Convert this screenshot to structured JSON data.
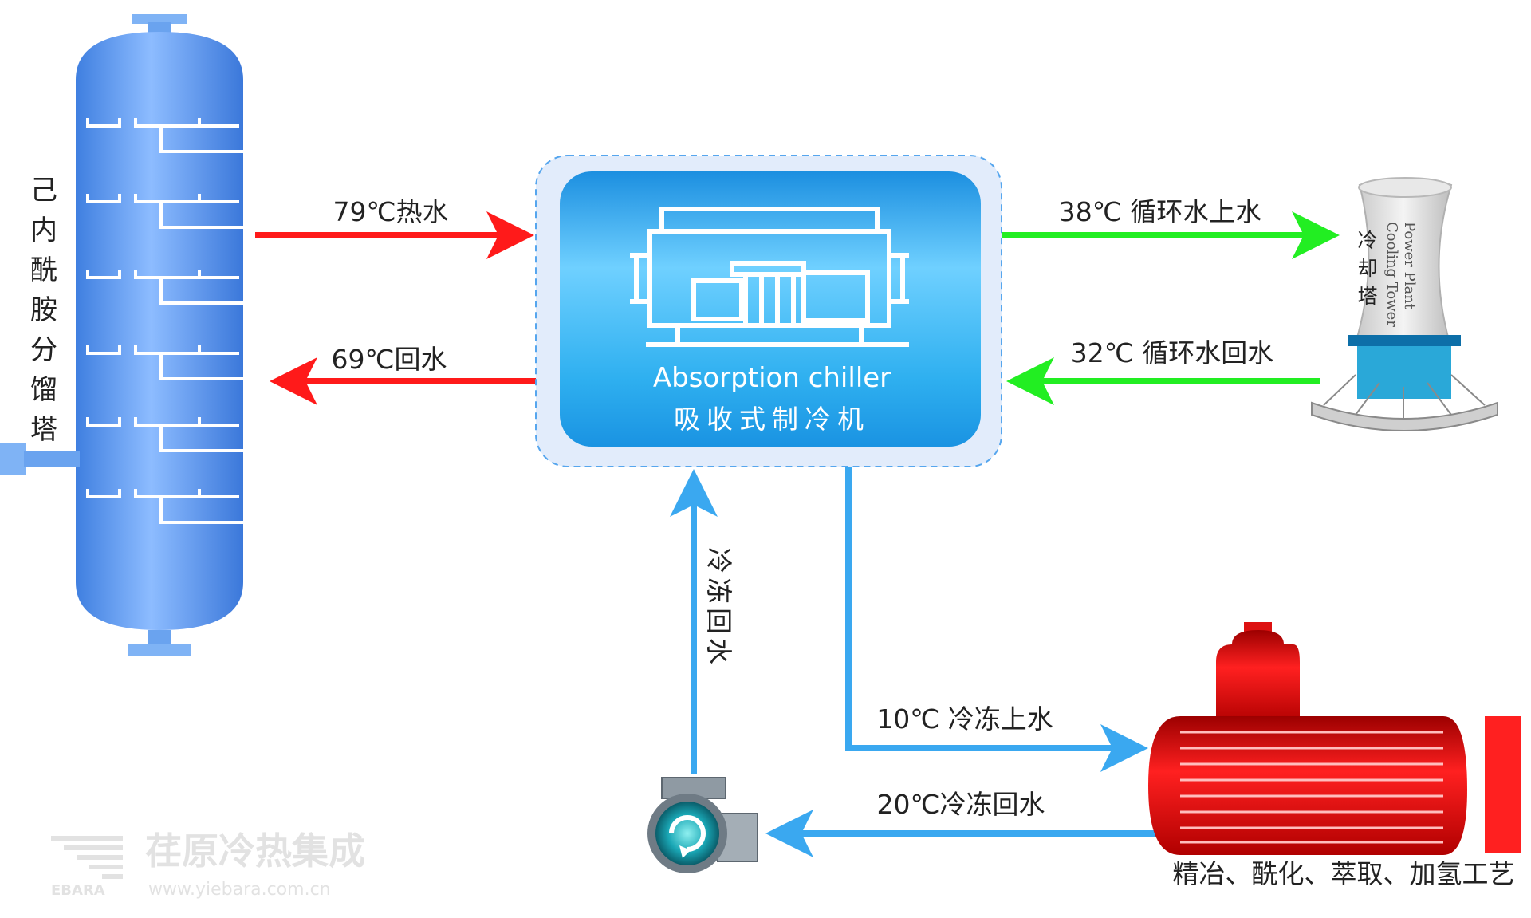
{
  "column": {
    "label_chars": [
      "己",
      "内",
      "酰",
      "胺",
      "分",
      "馏",
      "塔"
    ]
  },
  "chiller": {
    "title_en": "Absorption chiller",
    "title_cn": "吸收式制冷机"
  },
  "flows": {
    "hot_supply": "79℃热水",
    "hot_return": "69℃回水",
    "cooling_supply": "38℃ 循环水上水",
    "cooling_return": "32℃ 循环水回水",
    "chilled_supply": "10℃ 冷冻上水",
    "chilled_return": "20℃冷冻回水",
    "chilled_return_vertical_chars": [
      "冷",
      "冻",
      "回",
      "水"
    ]
  },
  "cooling_tower": {
    "label_cn_chars": [
      "冷",
      "却",
      "塔"
    ],
    "label_en_line1": "Power Plant",
    "label_en_line2": "Cooling Tower"
  },
  "exchanger": {
    "caption": "精冶、酰化、萃取、加氢工艺"
  },
  "watermark": {
    "logo_text": "EBARA",
    "company": "荏原冷热集成",
    "url": "www.yiebara.com.cn"
  },
  "colors": {
    "hot": "#ff1a1a",
    "cooling": "#22ee22",
    "chilled": "#3aa8f0",
    "column": "#5a98ee",
    "chiller": "#1fa7ea"
  }
}
